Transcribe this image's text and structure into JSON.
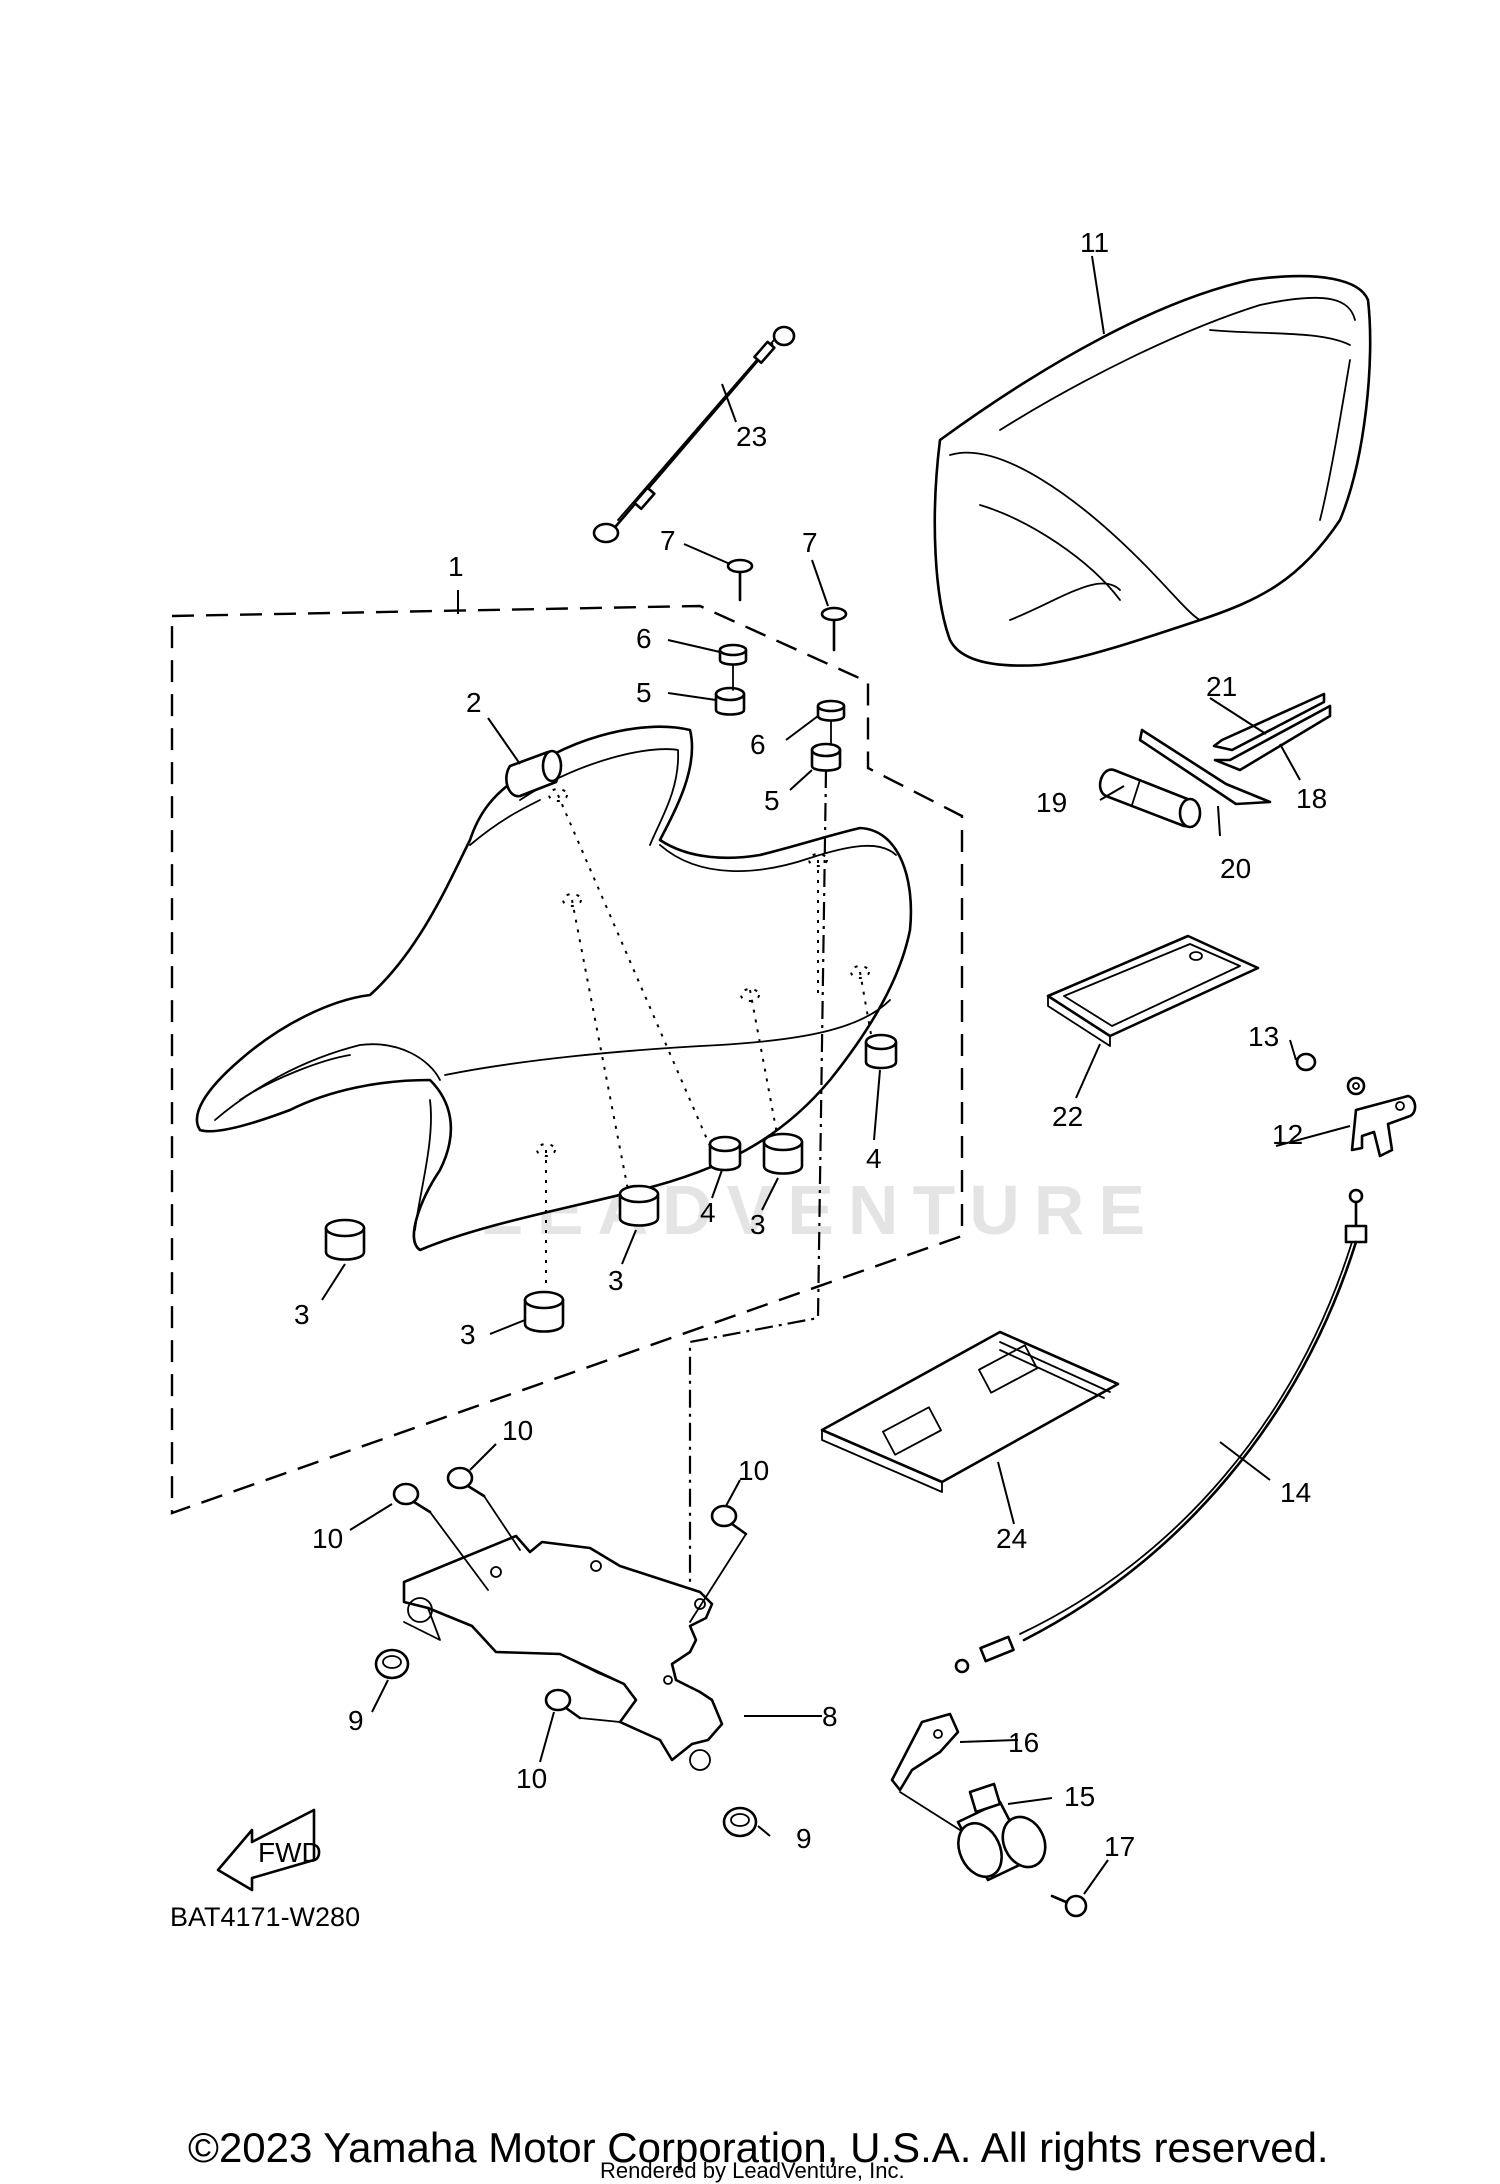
{
  "diagram": {
    "code": "BAT4171-W280",
    "watermark_text": "LEADVENTURE",
    "fwd_label": "FWD"
  },
  "callouts": [
    {
      "id": "c1",
      "label": "1"
    },
    {
      "id": "c2",
      "label": "2"
    },
    {
      "id": "c3a",
      "label": "3"
    },
    {
      "id": "c3b",
      "label": "3"
    },
    {
      "id": "c3c",
      "label": "3"
    },
    {
      "id": "c3d",
      "label": "3"
    },
    {
      "id": "c4a",
      "label": "4"
    },
    {
      "id": "c4b",
      "label": "4"
    },
    {
      "id": "c3e",
      "label": "3"
    },
    {
      "id": "c5a",
      "label": "5"
    },
    {
      "id": "c5b",
      "label": "5"
    },
    {
      "id": "c6a",
      "label": "6"
    },
    {
      "id": "c6b",
      "label": "6"
    },
    {
      "id": "c7a",
      "label": "7"
    },
    {
      "id": "c7b",
      "label": "7"
    },
    {
      "id": "c8",
      "label": "8"
    },
    {
      "id": "c9a",
      "label": "9"
    },
    {
      "id": "c9b",
      "label": "9"
    },
    {
      "id": "c10a",
      "label": "10"
    },
    {
      "id": "c10b",
      "label": "10"
    },
    {
      "id": "c10c",
      "label": "10"
    },
    {
      "id": "c10d",
      "label": "10"
    },
    {
      "id": "c11",
      "label": "11"
    },
    {
      "id": "c12",
      "label": "12"
    },
    {
      "id": "c13",
      "label": "13"
    },
    {
      "id": "c14",
      "label": "14"
    },
    {
      "id": "c15",
      "label": "15"
    },
    {
      "id": "c16",
      "label": "16"
    },
    {
      "id": "c17",
      "label": "17"
    },
    {
      "id": "c18",
      "label": "18"
    },
    {
      "id": "c19",
      "label": "19"
    },
    {
      "id": "c20",
      "label": "20"
    },
    {
      "id": "c21",
      "label": "21"
    },
    {
      "id": "c22",
      "label": "22"
    },
    {
      "id": "c23",
      "label": "23"
    },
    {
      "id": "c24",
      "label": "24"
    }
  ],
  "footer": {
    "copyright": "©2023 Yamaha Motor Corporation, U.S.A. All rights reserved.",
    "rendered_by": "Rendered by LeadVenture, Inc."
  }
}
